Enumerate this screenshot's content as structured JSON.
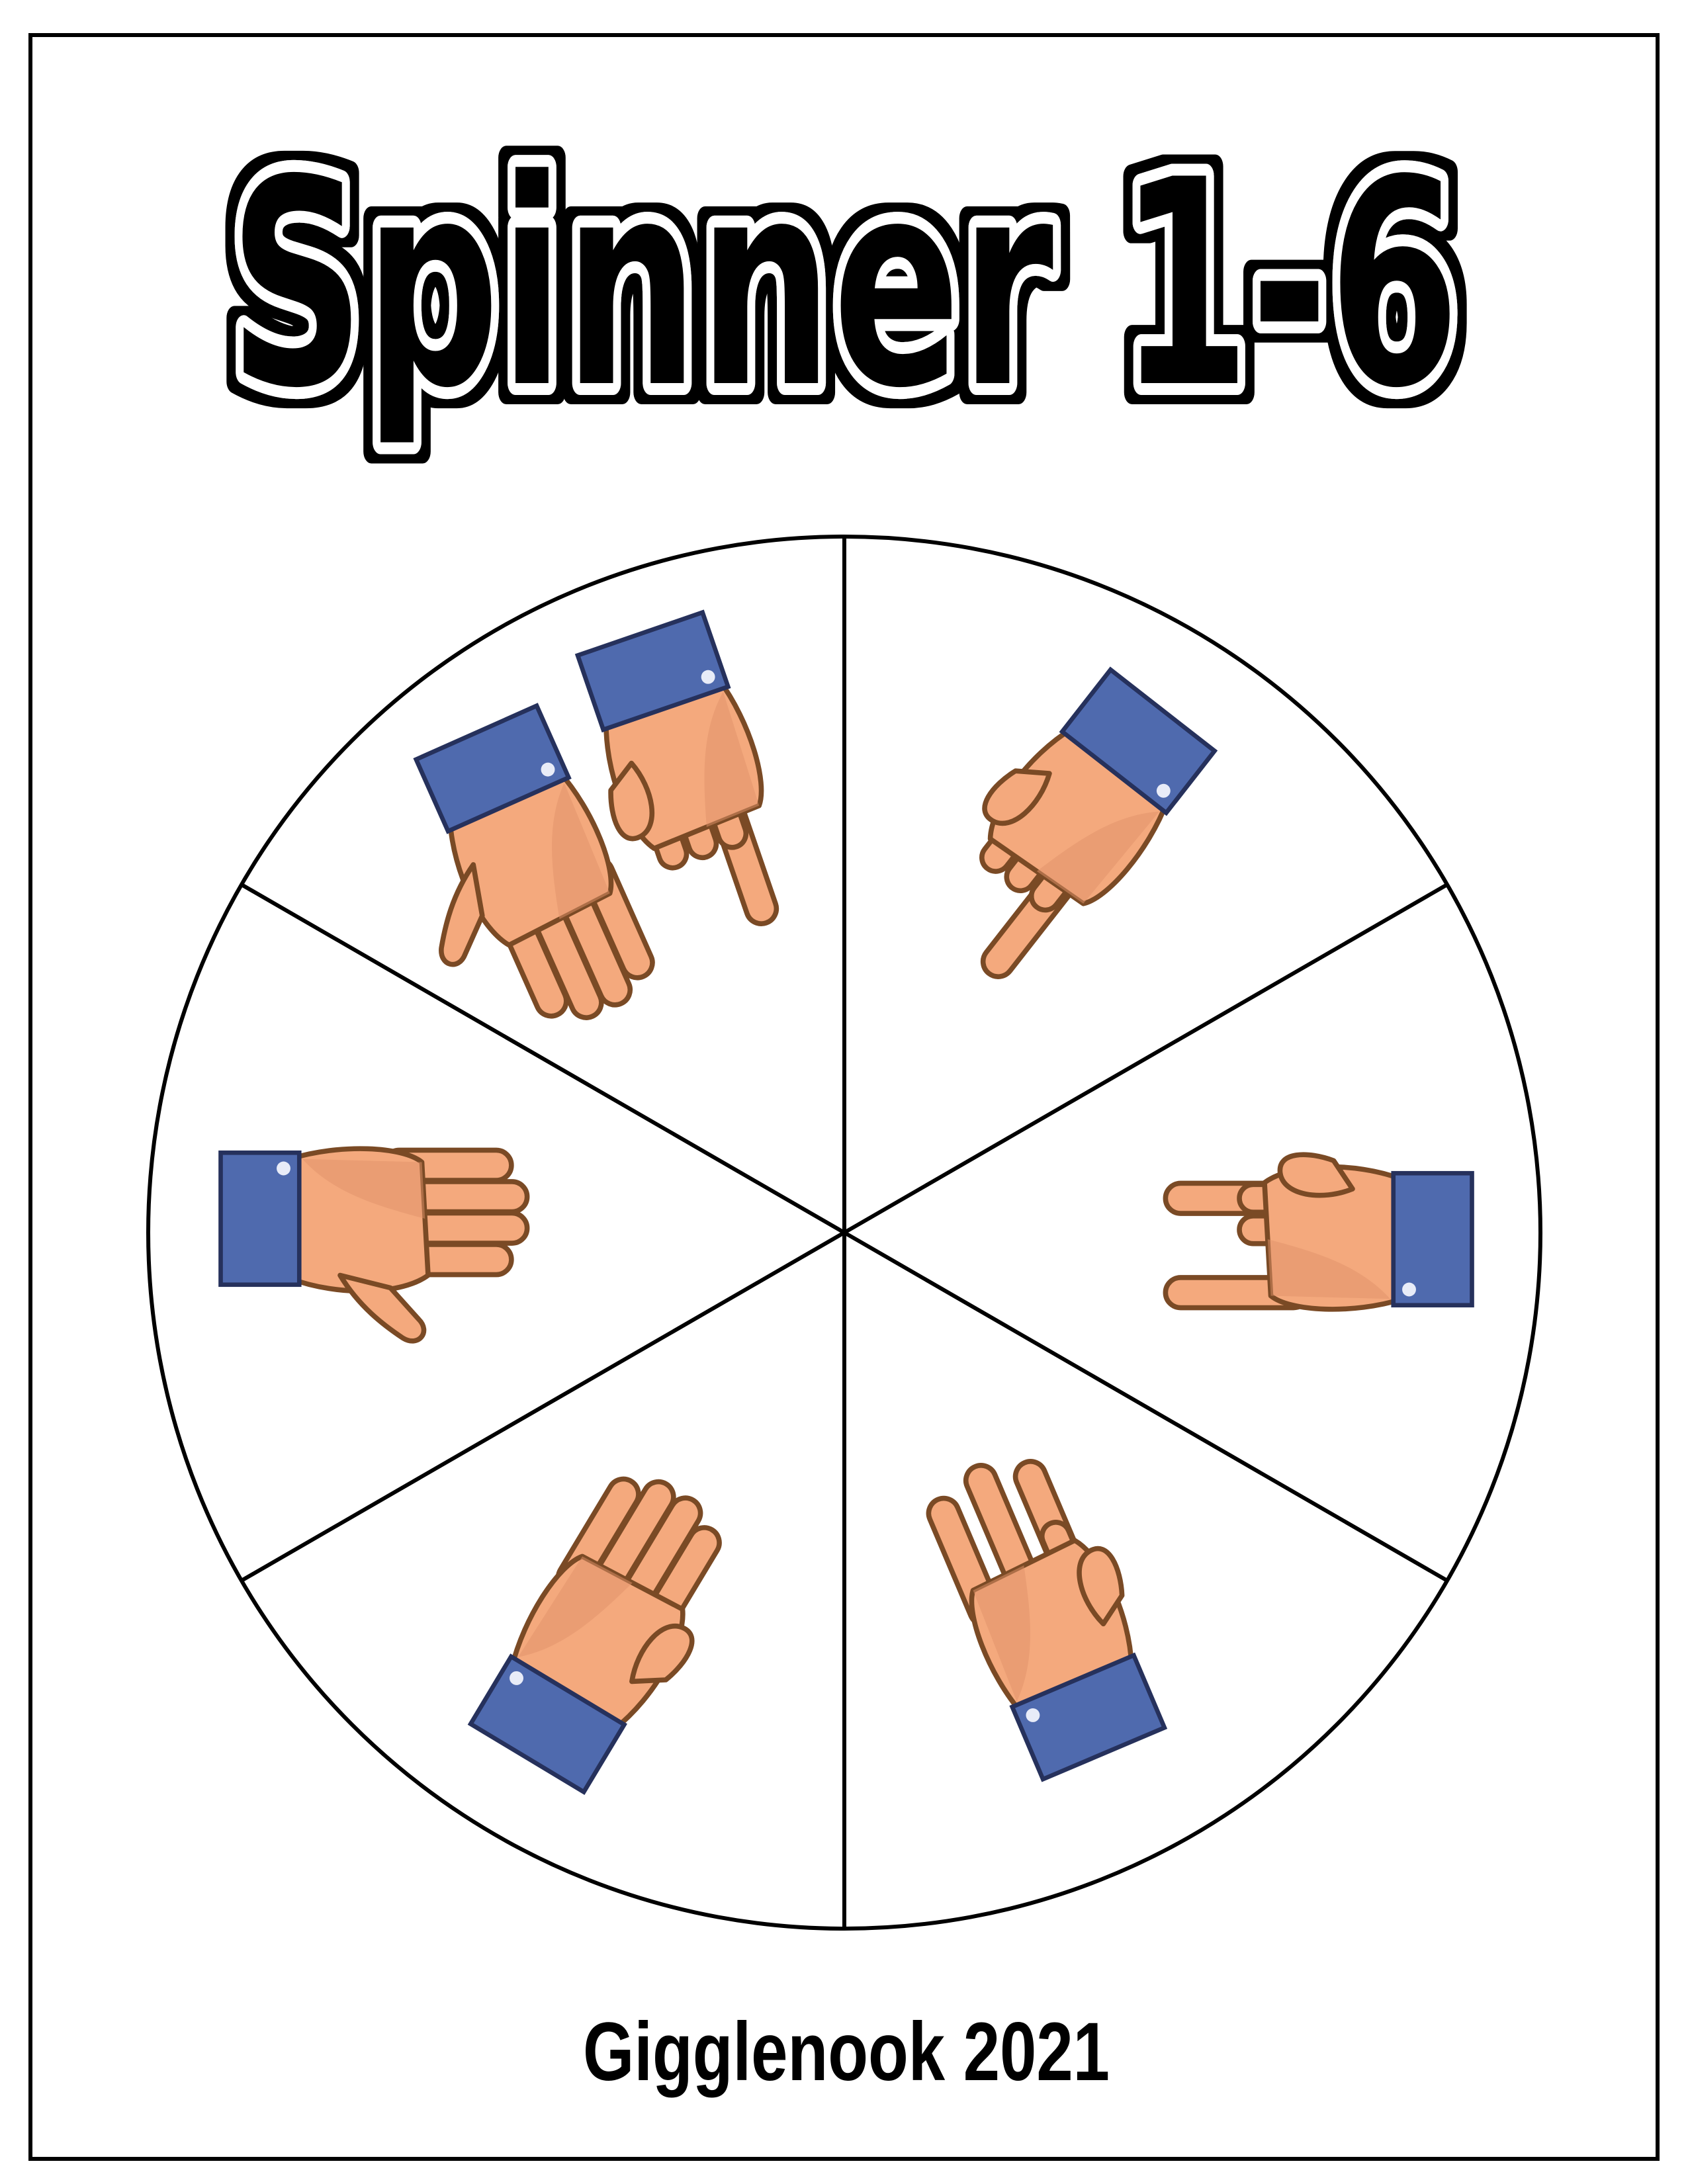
{
  "title": "Spinner 1-6",
  "footer": "Gigglenook 2021",
  "spinner": {
    "segments": [
      {
        "value": 1,
        "hands": [
          1
        ]
      },
      {
        "value": 2,
        "hands": [
          2
        ]
      },
      {
        "value": 3,
        "hands": [
          3
        ]
      },
      {
        "value": 4,
        "hands": [
          4
        ]
      },
      {
        "value": 5,
        "hands": [
          5
        ]
      },
      {
        "value": 6,
        "hands": [
          5,
          1
        ]
      }
    ]
  },
  "colors": {
    "skin": "#f4a97d",
    "skin_shadow": "#e0916a",
    "skin_outline": "#7a4a25",
    "cuff": "#4f6aae",
    "cuff_outline": "#26315c",
    "line": "#000000"
  }
}
